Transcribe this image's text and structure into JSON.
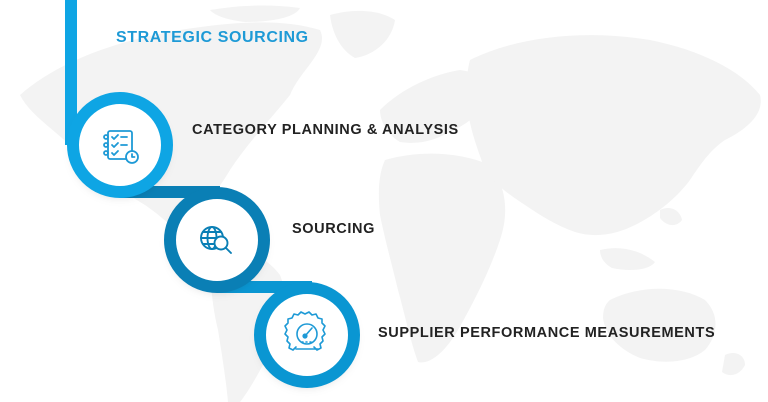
{
  "diagram": {
    "title": "STRATEGIC SOURCING",
    "steps": [
      {
        "label": "CATEGORY PLANNING & ANALYSIS",
        "icon": "checklist-clock-icon",
        "ring_color": "#0ea5e4"
      },
      {
        "label": "SOURCING",
        "icon": "globe-search-icon",
        "ring_color": "#0a7fb5"
      },
      {
        "label": "SUPPLIER PERFORMANCE MEASUREMENTS",
        "icon": "gauge-gear-icon",
        "ring_color": "#0a96d2"
      }
    ]
  },
  "colors": {
    "title": "#1e9ad6",
    "primary_blue": "#0ea5e4",
    "dark_blue": "#0a7fb5",
    "mid_blue": "#0a96d2",
    "text": "#222222",
    "map": "#f4f4f4",
    "background": "#ffffff"
  }
}
